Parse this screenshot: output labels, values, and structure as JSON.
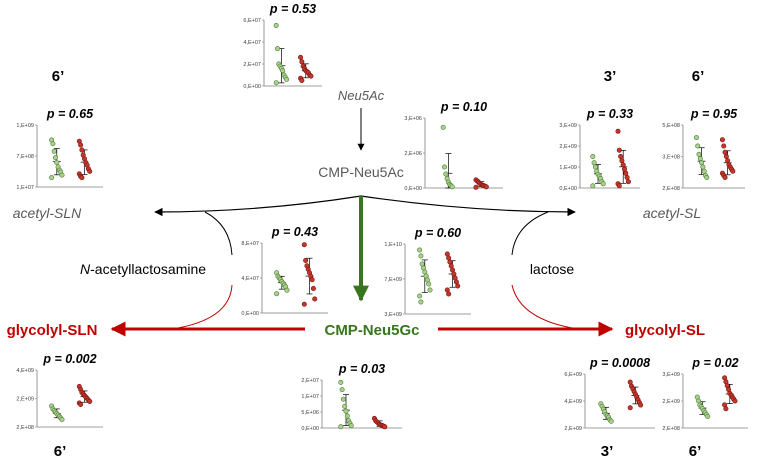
{
  "colors": {
    "green_fill": "#a9d18e",
    "green_edge": "#4e7a34",
    "red_fill": "#c0392b",
    "red_edge": "#7b1010",
    "pathway_red": "#c00000",
    "pathway_green": "#38761d",
    "axis": "#7f7f7f",
    "text_gray": "#595959"
  },
  "nodes": {
    "neu5ac": "Neu5Ac",
    "cmp_neu5ac": "CMP-Neu5Ac",
    "cmp_neu5gc": "CMP-Neu5Gc",
    "acetyl_sln": "acetyl-SLN",
    "acetyl_sl": "acetyl-SL",
    "glycolyl_sln": "glycolyl-SLN",
    "glycolyl_sl": "glycolyl-SL",
    "n_acetyllactosamine_prefix": "N",
    "n_acetyllactosamine_rest": "-acetyllactosamine",
    "lactose": "lactose"
  },
  "position_labels": {
    "acetyl_sln_6": "6’",
    "acetyl_sl_3": "3’",
    "acetyl_sl_6": "6’",
    "glycolyl_sln_6": "6’",
    "glycolyl_sl_3": "3’",
    "glycolyl_sl_6": "6’"
  },
  "chart_data": [
    {
      "id": "neu5ac",
      "type": "scatter",
      "pvalue": "p = 0.53",
      "yticks": [
        "6,E+07",
        "4,E+07",
        "2,E+07",
        "0,E+00"
      ],
      "ylim": [
        0,
        60000000.0
      ],
      "series": [
        {
          "values": [
            55000000.0,
            34000000.0,
            20000000.0,
            18000000.0,
            16000000.0,
            14000000.0,
            10000000.0,
            8000000.0,
            6000000.0,
            3000000.0
          ]
        },
        {
          "values": [
            26000000.0,
            22000000.0,
            18000000.0,
            16000000.0,
            14000000.0,
            13000000.0,
            12000000.0,
            10000000.0,
            9000000.0,
            7000000.0,
            5000000.0
          ]
        }
      ]
    },
    {
      "id": "cmp_neu5ac",
      "type": "scatter",
      "pvalue": "p = 0.10",
      "yticks": [
        "3,E+06",
        "2,E+06",
        "0,E+00"
      ],
      "ylim": [
        0,
        3000000.0
      ],
      "series": [
        {
          "values": [
            2600000.0,
            900000.0,
            600000.0,
            400000.0,
            250000.0,
            150000.0,
            100000.0,
            50000.0
          ]
        },
        {
          "values": [
            350000.0,
            300000.0,
            250000.0,
            200000.0,
            150000.0,
            120000.0,
            100000.0,
            80000.0,
            50000.0,
            30000.0
          ]
        }
      ]
    },
    {
      "id": "acetyl_sln_6",
      "type": "scatter",
      "pvalue": "p = 0.65",
      "yticks": [
        "1,E+09",
        "7,E+08",
        "1,E+07"
      ],
      "ylim": [
        10000000.0,
        1000000000.0
      ],
      "series": [
        {
          "values": [
            760000000.0,
            700000000.0,
            580000000.0,
            480000000.0,
            400000000.0,
            330000000.0,
            280000000.0,
            250000000.0,
            200000000.0,
            160000000.0
          ]
        },
        {
          "values": [
            740000000.0,
            680000000.0,
            600000000.0,
            520000000.0,
            460000000.0,
            400000000.0,
            360000000.0,
            300000000.0,
            260000000.0,
            220000000.0,
            180000000.0,
            160000000.0
          ]
        }
      ]
    },
    {
      "id": "acetyl_sl_3",
      "type": "scatter",
      "pvalue": "p = 0.33",
      "yticks": [
        "3,E+09",
        "2,E+09",
        "1,E+09",
        "0,E+00"
      ],
      "ylim": [
        0,
        3000000000.0
      ],
      "series": [
        {
          "values": [
            1500000000.0,
            1200000000.0,
            1000000000.0,
            800000000.0,
            650000000.0,
            550000000.0,
            450000000.0,
            300000000.0,
            200000000.0,
            100000000.0
          ]
        },
        {
          "values": [
            2700000000.0,
            1800000000.0,
            1500000000.0,
            1300000000.0,
            1100000000.0,
            900000000.0,
            700000000.0,
            500000000.0,
            300000000.0,
            200000000.0,
            100000000.0
          ]
        }
      ]
    },
    {
      "id": "acetyl_sl_6",
      "type": "scatter",
      "pvalue": "p = 0.95",
      "yticks": [
        "5,E+08",
        "3,E+08",
        "2,E+08"
      ],
      "ylim": [
        200000000.0,
        500000000.0
      ],
      "series": [
        {
          "values": [
            440000000.0,
            400000000.0,
            360000000.0,
            340000000.0,
            320000000.0,
            300000000.0,
            280000000.0,
            260000000.0,
            250000000.0
          ]
        },
        {
          "values": [
            430000000.0,
            400000000.0,
            370000000.0,
            350000000.0,
            330000000.0,
            310000000.0,
            300000000.0,
            290000000.0,
            280000000.0,
            270000000.0,
            260000000.0,
            250000000.0
          ]
        }
      ]
    },
    {
      "id": "n_acetyllactosamine",
      "type": "scatter",
      "pvalue": "p = 0.43",
      "yticks": [
        "8,E+07",
        "4,E+07",
        "0,E+00"
      ],
      "ylim": [
        0,
        80000000.0
      ],
      "series": [
        {
          "values": [
            46000000.0,
            42000000.0,
            40000000.0,
            38000000.0,
            36000000.0,
            34000000.0,
            32000000.0,
            30000000.0,
            26000000.0,
            22000000.0
          ]
        },
        {
          "values": [
            78000000.0,
            60000000.0,
            54000000.0,
            50000000.0,
            46000000.0,
            42000000.0,
            38000000.0,
            28000000.0,
            16000000.0,
            10000000.0
          ]
        }
      ]
    },
    {
      "id": "lactose",
      "type": "scatter",
      "pvalue": "p = 0.60",
      "yticks": [
        "1,E+10",
        "7,E+09",
        "3,E+09"
      ],
      "ylim": [
        3000000000.0,
        10000000000.0
      ],
      "series": [
        {
          "values": [
            9400000000.0,
            8800000000.0,
            8000000000.0,
            7600000000.0,
            7200000000.0,
            6800000000.0,
            6400000000.0,
            6000000000.0,
            5400000000.0,
            4800000000.0,
            4200000000.0
          ]
        },
        {
          "values": [
            9000000000.0,
            8600000000.0,
            8200000000.0,
            7800000000.0,
            7400000000.0,
            7000000000.0,
            6600000000.0,
            6200000000.0,
            5800000000.0,
            5400000000.0,
            5000000000.0
          ]
        }
      ]
    },
    {
      "id": "glycolyl_sln_6",
      "type": "scatter",
      "pvalue": "p = 0.002",
      "yticks": [
        "4,E+09",
        "2,E+09",
        "2,E+08"
      ],
      "ylim": [
        200000000.0,
        4000000000.0
      ],
      "series": [
        {
          "values": [
            1600000000.0,
            1400000000.0,
            1300000000.0,
            1200000000.0,
            1100000000.0,
            1000000000.0,
            900000000.0,
            800000000.0,
            700000000.0
          ]
        },
        {
          "values": [
            2900000000.0,
            2700000000.0,
            2500000000.0,
            2400000000.0,
            2300000000.0,
            2200000000.0,
            2100000000.0,
            2000000000.0,
            1900000000.0,
            1800000000.0,
            1700000000.0
          ]
        }
      ]
    },
    {
      "id": "cmp_neu5gc",
      "type": "scatter",
      "pvalue": "p = 0.03",
      "yticks": [
        "2,E+07",
        "1,E+07",
        "5,E+06",
        "0,E+00"
      ],
      "ylim": [
        0,
        20000000.0
      ],
      "series": [
        {
          "values": [
            19000000.0,
            16000000.0,
            12000000.0,
            9000000.0,
            7000000.0,
            5000000.0,
            3000000.0,
            2000000.0,
            1000000.0,
            500000.0
          ]
        },
        {
          "values": [
            4000000.0,
            3000000.0,
            2500000.0,
            2000000.0,
            1500000.0,
            1200000.0,
            1000000.0,
            800000.0,
            500000.0
          ]
        }
      ]
    },
    {
      "id": "glycolyl_sl_3",
      "type": "scatter",
      "pvalue": "p = 0.0008",
      "yticks": [
        "6,E+09",
        "4,E+09",
        "2,E+09"
      ],
      "ylim": [
        2000000000.0,
        6000000000.0
      ],
      "series": [
        {
          "values": [
            3800000000.0,
            3600000000.0,
            3400000000.0,
            3200000000.0,
            3000000000.0,
            2900000000.0,
            2800000000.0,
            2600000000.0,
            2500000000.0
          ]
        },
        {
          "values": [
            5400000000.0,
            5100000000.0,
            4900000000.0,
            4700000000.0,
            4500000000.0,
            4300000000.0,
            4100000000.0,
            3900000000.0,
            3700000000.0,
            3500000000.0
          ]
        }
      ]
    },
    {
      "id": "glycolyl_sl_6",
      "type": "scatter",
      "pvalue": "p = 0.02",
      "yticks": [
        "3,E+09",
        "2,E+09",
        "2,E+08"
      ],
      "ylim": [
        200000000.0,
        3000000000.0
      ],
      "series": [
        {
          "values": [
            1800000000.0,
            1600000000.0,
            1400000000.0,
            1300000000.0,
            1200000000.0,
            1100000000.0,
            1000000000.0,
            900000000.0,
            800000000.0
          ]
        },
        {
          "values": [
            2800000000.0,
            2600000000.0,
            2400000000.0,
            2200000000.0,
            2000000000.0,
            1900000000.0,
            1800000000.0,
            1700000000.0,
            1600000000.0,
            1400000000.0,
            1200000000.0
          ]
        }
      ]
    }
  ]
}
